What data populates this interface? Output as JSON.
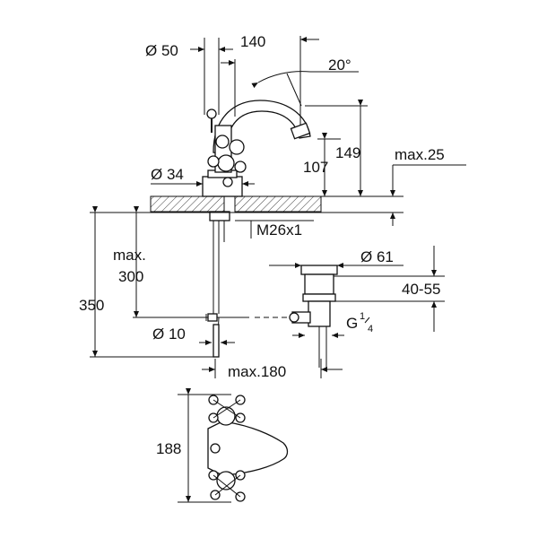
{
  "dimensions": {
    "diam_50": "Ø 50",
    "dim_140": "140",
    "angle_20": "20°",
    "dim_149": "149",
    "dim_107": "107",
    "max_25": "max.25",
    "diam_34": "Ø 34",
    "thread_m26": "M26x1",
    "diam_61": "Ø 61",
    "max_300_line1": "max.",
    "max_300_line2": "300",
    "dim_350": "350",
    "range_40_55": "40-55",
    "g_thread_main": "G",
    "g_thread_num": "1",
    "g_thread_den": "4",
    "diam_10": "Ø 10",
    "max_180": "max.180",
    "dim_188": "188"
  }
}
